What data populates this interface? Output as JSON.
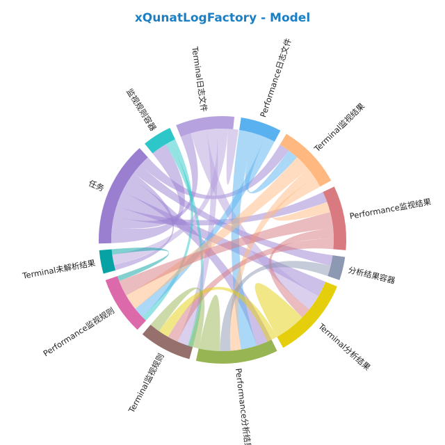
{
  "title": "xQunatLogFactory - Model",
  "chart_data": {
    "type": "chord",
    "groups": [
      {
        "name": "监视规则容器",
        "color": "#2ec7c9",
        "value": 5
      },
      {
        "name": "Terminal日志文件",
        "color": "#b6a2de",
        "value": 10
      },
      {
        "name": "Performance日志文件",
        "color": "#5ab1ef",
        "value": 7
      },
      {
        "name": "Terminal监视结果",
        "color": "#ffb980",
        "value": 11
      },
      {
        "name": "Performance监视结果",
        "color": "#d87a80",
        "value": 11
      },
      {
        "name": "分析结果容器",
        "color": "#8d98b3",
        "value": 4
      },
      {
        "name": "Terminal分析结果",
        "color": "#e5cf0d",
        "value": 14
      },
      {
        "name": "Performance分析结果",
        "color": "#97b552",
        "value": 14
      },
      {
        "name": "Terminal监视规则",
        "color": "#95706d",
        "value": 9
      },
      {
        "name": "Performance监视规则",
        "color": "#dc69aa",
        "value": 10
      },
      {
        "name": "Terminal未解析结果",
        "color": "#07a2a4",
        "value": 4
      },
      {
        "name": "任务",
        "color": "#9a7fd1",
        "value": 18
      }
    ],
    "links": [
      {
        "source": 11,
        "target": 0,
        "value": 3
      },
      {
        "source": 11,
        "target": 1,
        "value": 2
      },
      {
        "source": 11,
        "target": 4,
        "value": 2
      },
      {
        "source": 11,
        "target": 6,
        "value": 3
      },
      {
        "source": 11,
        "target": 7,
        "value": 3
      },
      {
        "source": 11,
        "target": 10,
        "value": 1
      },
      {
        "source": 11,
        "target": 5,
        "value": 2
      },
      {
        "source": 11,
        "target": 3,
        "value": 2
      },
      {
        "source": 0,
        "target": 8,
        "value": 1
      },
      {
        "source": 0,
        "target": 9,
        "value": 1
      },
      {
        "source": 1,
        "target": 6,
        "value": 3
      },
      {
        "source": 1,
        "target": 8,
        "value": 2
      },
      {
        "source": 1,
        "target": 10,
        "value": 2
      },
      {
        "source": 1,
        "target": 1,
        "value": 1
      },
      {
        "source": 2,
        "target": 7,
        "value": 3
      },
      {
        "source": 2,
        "target": 3,
        "value": 2
      },
      {
        "source": 2,
        "target": 9,
        "value": 2
      },
      {
        "source": 3,
        "target": 9,
        "value": 3
      },
      {
        "source": 3,
        "target": 7,
        "value": 2
      },
      {
        "source": 3,
        "target": 4,
        "value": 2
      },
      {
        "source": 4,
        "target": 9,
        "value": 3
      },
      {
        "source": 4,
        "target": 6,
        "value": 2
      },
      {
        "source": 4,
        "target": 8,
        "value": 2
      },
      {
        "source": 5,
        "target": 7,
        "value": 2
      },
      {
        "source": 6,
        "target": 6,
        "value": 3
      },
      {
        "source": 6,
        "target": 8,
        "value": 2
      },
      {
        "source": 7,
        "target": 7,
        "value": 2
      },
      {
        "source": 7,
        "target": 8,
        "value": 2
      },
      {
        "source": 10,
        "target": 9,
        "value": 1
      }
    ]
  }
}
